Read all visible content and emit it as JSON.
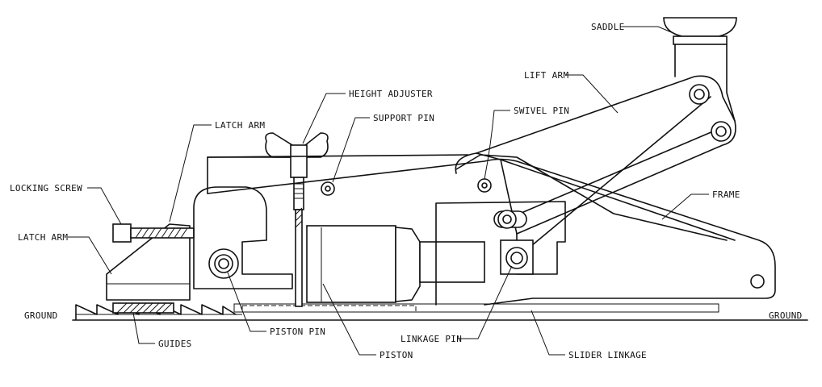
{
  "labels": {
    "saddle": "SADDLE",
    "lift_arm": "LIFT ARM",
    "height_adjuster": "HEIGHT ADJUSTER",
    "swivel_pin": "SWIVEL PIN",
    "latch_arm_top": "LATCH ARM",
    "support_pin": "SUPPORT PIN",
    "locking_screw": "LOCKING SCREW",
    "frame": "FRAME",
    "latch_arm_left": "LATCH ARM",
    "ground_left": "GROUND",
    "ground_right": "GROUND",
    "guides": "GUIDES",
    "piston_pin": "PISTON PIN",
    "linkage_pin": "LINKAGE PIN",
    "piston": "PISTON",
    "slider_linkage": "SLIDER LINKAGE"
  }
}
